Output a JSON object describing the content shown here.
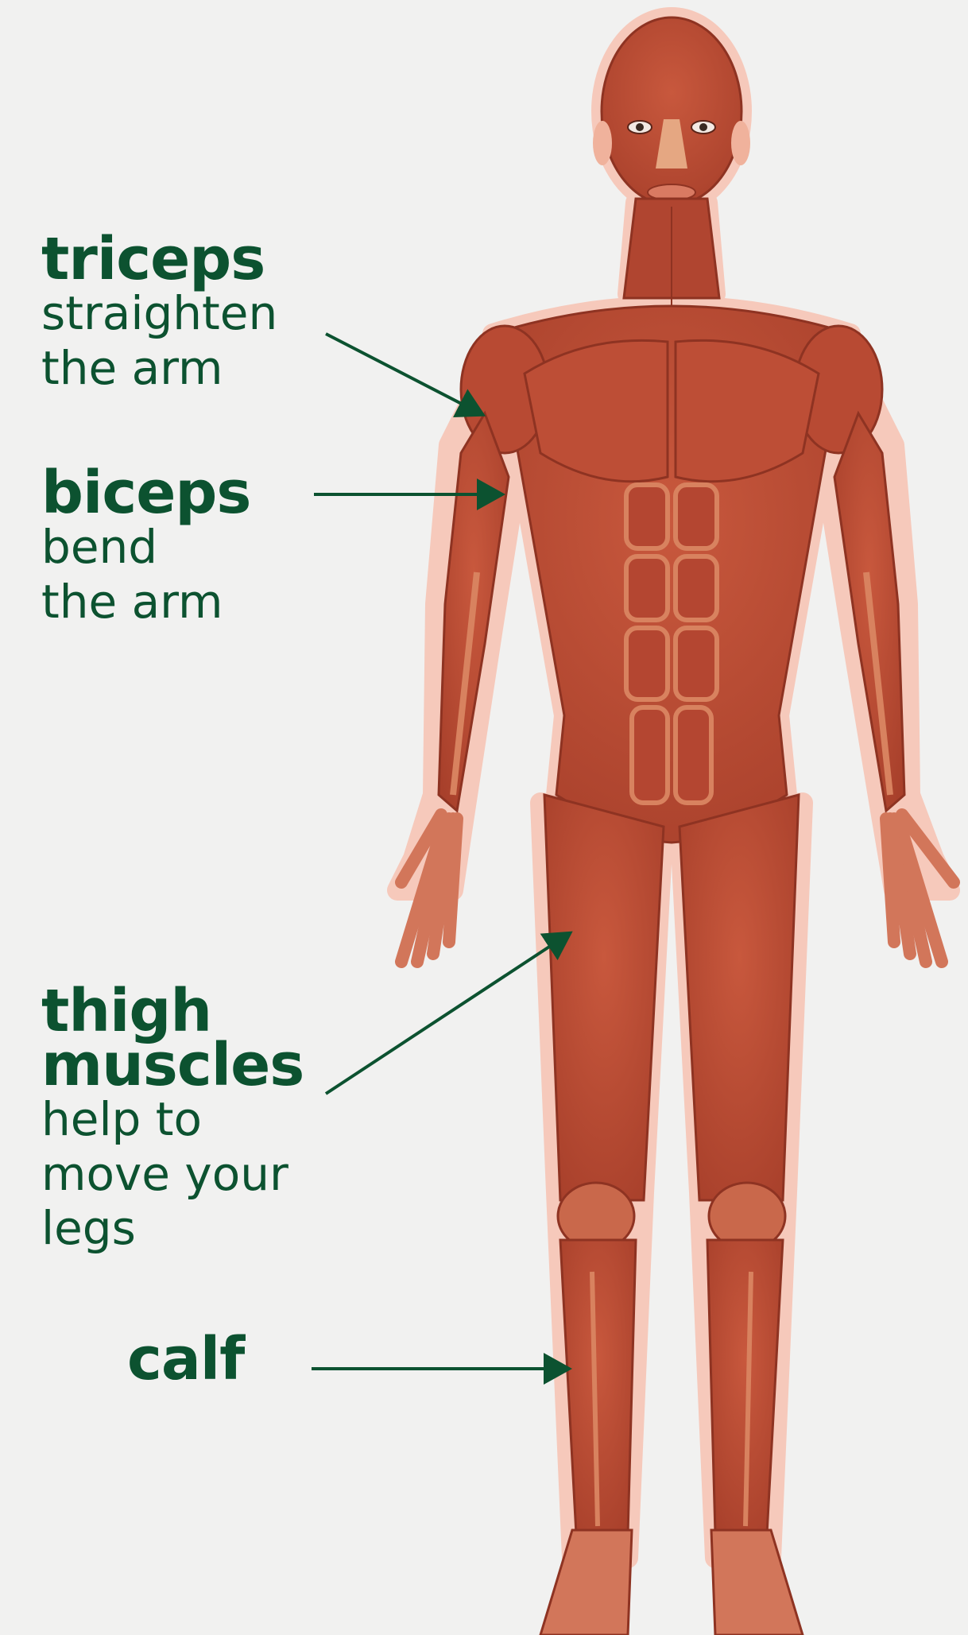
{
  "labels": {
    "triceps": {
      "term": "triceps",
      "description_lines": [
        "straighten",
        "the arm"
      ]
    },
    "biceps": {
      "term": "biceps",
      "description_lines": [
        "bend",
        "the arm"
      ]
    },
    "thigh": {
      "term_lines": [
        "thigh",
        "muscles"
      ],
      "description_lines": [
        "help to",
        "move your",
        "legs"
      ]
    },
    "calf": {
      "term": "calf"
    }
  },
  "colors": {
    "background": "#f1f1f0",
    "label_text": "#0c5230",
    "arrow": "#0c5230",
    "muscle": "#b84a33",
    "muscle_dark": "#8e3322",
    "tendon": "#d8825f",
    "body_glow": "#f6c9bb"
  }
}
